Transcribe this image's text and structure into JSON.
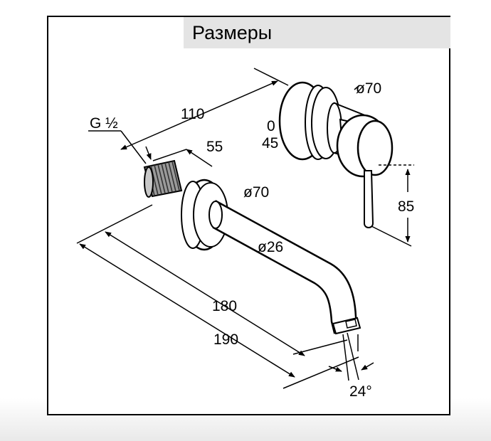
{
  "title": "Размеры",
  "labels": {
    "thread": "G ½",
    "len_110": "110",
    "len_55": "55",
    "dia_70_top": "ø70",
    "dia_70_mid": "ø70",
    "zero": "0",
    "len_45": "45",
    "len_85": "85",
    "dia_26": "ø26",
    "len_180": "180",
    "len_190": "190",
    "angle_24": "24°"
  },
  "colors": {
    "line": "#000000",
    "title_background": "#e4e4e4",
    "thread_fill": "#888888"
  }
}
